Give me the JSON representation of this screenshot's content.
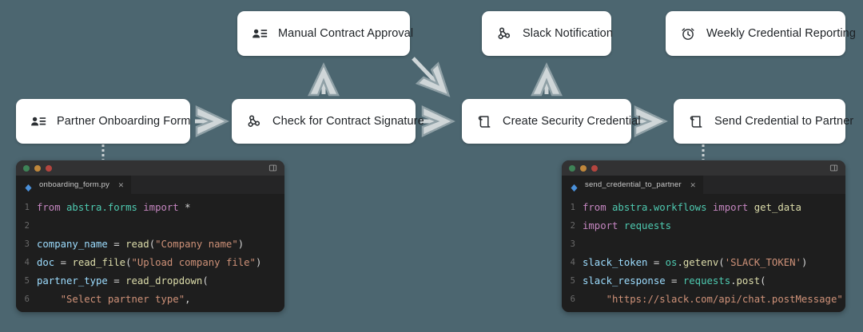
{
  "canvas": {
    "background_color": "#4c6670",
    "arrow_color": "#cfd6d8"
  },
  "nodes": [
    {
      "id": "partner-onboarding-form",
      "label": "Partner Onboarding Form",
      "icon": "form-icon"
    },
    {
      "id": "manual-contract-approval",
      "label": "Manual Contract Approval",
      "icon": "form-icon"
    },
    {
      "id": "check-for-contract-signature",
      "label": "Check for Contract Signature",
      "icon": "webhook-icon"
    },
    {
      "id": "slack-notification",
      "label": "Slack Notification",
      "icon": "webhook-icon"
    },
    {
      "id": "create-security-credential",
      "label": "Create Security Credential",
      "icon": "script-icon"
    },
    {
      "id": "weekly-credential-reporting",
      "label": "Weekly Credential Reporting",
      "icon": "clock-icon"
    },
    {
      "id": "send-credential-to-partner",
      "label": "Send Credential to Partner",
      "icon": "script-icon"
    }
  ],
  "editors": {
    "left": {
      "tab_name": "onboarding_form.py",
      "window_controls": [
        "close",
        "minimize",
        "maximize"
      ],
      "lines": [
        {
          "n": "1",
          "tokens": [
            {
              "t": "from ",
              "c": "kw"
            },
            {
              "t": "abstra.forms",
              "c": "mod"
            },
            {
              "t": " import ",
              "c": "kw"
            },
            {
              "t": "*",
              "c": "op"
            }
          ]
        },
        {
          "n": "2",
          "tokens": []
        },
        {
          "n": "3",
          "tokens": [
            {
              "t": "company_name",
              "c": "var"
            },
            {
              "t": " = ",
              "c": "op"
            },
            {
              "t": "read",
              "c": "fn"
            },
            {
              "t": "(",
              "c": "pun"
            },
            {
              "t": "\"Company name\"",
              "c": "str"
            },
            {
              "t": ")",
              "c": "pun"
            }
          ]
        },
        {
          "n": "4",
          "tokens": [
            {
              "t": "doc",
              "c": "var"
            },
            {
              "t": " = ",
              "c": "op"
            },
            {
              "t": "read_file",
              "c": "fn"
            },
            {
              "t": "(",
              "c": "pun"
            },
            {
              "t": "\"Upload company file\"",
              "c": "str"
            },
            {
              "t": ")",
              "c": "pun"
            }
          ]
        },
        {
          "n": "5",
          "tokens": [
            {
              "t": "partner_type",
              "c": "var"
            },
            {
              "t": " = ",
              "c": "op"
            },
            {
              "t": "read_dropdown",
              "c": "fn"
            },
            {
              "t": "(",
              "c": "pun"
            }
          ]
        },
        {
          "n": "6",
          "tokens": [
            {
              "t": "    ",
              "c": "op"
            },
            {
              "t": "\"Select partner type\"",
              "c": "str"
            },
            {
              "t": ",",
              "c": "pun"
            }
          ]
        }
      ]
    },
    "right": {
      "tab_name": "send_credential_to_partner",
      "window_controls": [
        "close",
        "minimize",
        "maximize"
      ],
      "lines": [
        {
          "n": "1",
          "tokens": [
            {
              "t": "from ",
              "c": "kw"
            },
            {
              "t": "abstra.workflows",
              "c": "mod"
            },
            {
              "t": " import ",
              "c": "kw"
            },
            {
              "t": "get_data",
              "c": "fn"
            }
          ]
        },
        {
          "n": "2",
          "tokens": [
            {
              "t": "import ",
              "c": "kw"
            },
            {
              "t": "requests",
              "c": "mod"
            }
          ]
        },
        {
          "n": "3",
          "tokens": []
        },
        {
          "n": "4",
          "tokens": [
            {
              "t": "slack_token",
              "c": "var"
            },
            {
              "t": " = ",
              "c": "op"
            },
            {
              "t": "os",
              "c": "mod"
            },
            {
              "t": ".",
              "c": "pun"
            },
            {
              "t": "getenv",
              "c": "fn"
            },
            {
              "t": "(",
              "c": "pun"
            },
            {
              "t": "'SLACK_TOKEN'",
              "c": "str"
            },
            {
              "t": ")",
              "c": "pun"
            }
          ]
        },
        {
          "n": "5",
          "tokens": [
            {
              "t": "slack_response",
              "c": "var"
            },
            {
              "t": " = ",
              "c": "op"
            },
            {
              "t": "requests",
              "c": "mod"
            },
            {
              "t": ".",
              "c": "pun"
            },
            {
              "t": "post",
              "c": "fn"
            },
            {
              "t": "(",
              "c": "pun"
            }
          ]
        },
        {
          "n": "6",
          "tokens": [
            {
              "t": "    ",
              "c": "op"
            },
            {
              "t": "\"https://slack.com/api/chat.postMessage\"",
              "c": "str"
            }
          ]
        }
      ]
    }
  }
}
